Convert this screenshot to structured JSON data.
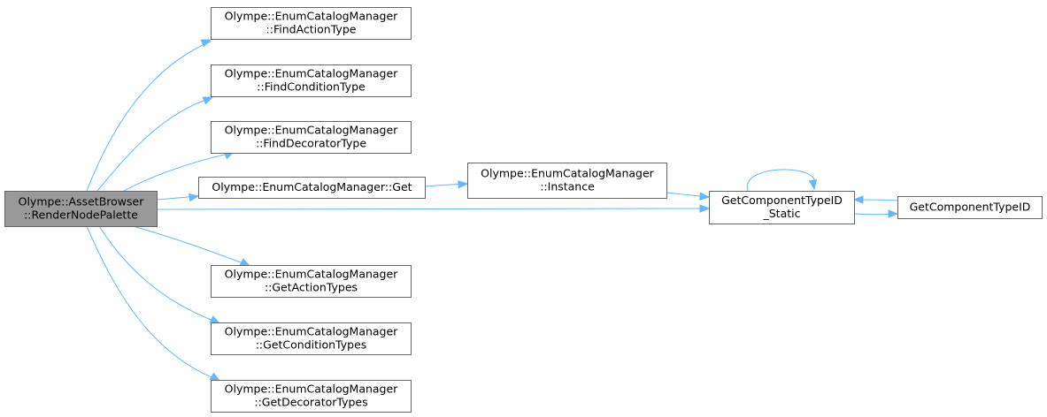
{
  "graph": {
    "nodes": [
      {
        "id": "root",
        "lines": [
          "Olympe::AssetBrowser",
          "::RenderNodePalette"
        ],
        "highlight": true
      },
      {
        "id": "findAction",
        "lines": [
          "Olympe::EnumCatalogManager",
          "::FindActionType"
        ]
      },
      {
        "id": "findCondition",
        "lines": [
          "Olympe::EnumCatalogManager",
          "::FindConditionType"
        ]
      },
      {
        "id": "findDecorator",
        "lines": [
          "Olympe::EnumCatalogManager",
          "::FindDecoratorType"
        ]
      },
      {
        "id": "get",
        "lines": [
          "Olympe::EnumCatalogManager::Get"
        ]
      },
      {
        "id": "instance",
        "lines": [
          "Olympe::EnumCatalogManager",
          "::Instance"
        ]
      },
      {
        "id": "gctStatic",
        "lines": [
          "GetComponentTypeID",
          "_Static"
        ]
      },
      {
        "id": "gct",
        "lines": [
          "GetComponentTypeID"
        ]
      },
      {
        "id": "getAction",
        "lines": [
          "Olympe::EnumCatalogManager",
          "::GetActionTypes"
        ]
      },
      {
        "id": "getCondition",
        "lines": [
          "Olympe::EnumCatalogManager",
          "::GetConditionTypes"
        ]
      },
      {
        "id": "getDecorator",
        "lines": [
          "Olympe::EnumCatalogManager",
          "::GetDecoratorTypes"
        ]
      }
    ],
    "edges": [
      {
        "from": "root",
        "to": "findAction"
      },
      {
        "from": "root",
        "to": "findCondition"
      },
      {
        "from": "root",
        "to": "findDecorator"
      },
      {
        "from": "root",
        "to": "get"
      },
      {
        "from": "root",
        "to": "gctStatic"
      },
      {
        "from": "root",
        "to": "getAction"
      },
      {
        "from": "root",
        "to": "getCondition"
      },
      {
        "from": "root",
        "to": "getDecorator"
      },
      {
        "from": "get",
        "to": "instance"
      },
      {
        "from": "instance",
        "to": "gctStatic"
      },
      {
        "from": "gctStatic",
        "to": "gctStatic"
      },
      {
        "from": "gctStatic",
        "to": "gct"
      },
      {
        "from": "gct",
        "to": "gctStatic"
      }
    ]
  },
  "colors": {
    "edge": "#63b8ff",
    "node_border": "#666666",
    "root_fill": "#999999"
  }
}
